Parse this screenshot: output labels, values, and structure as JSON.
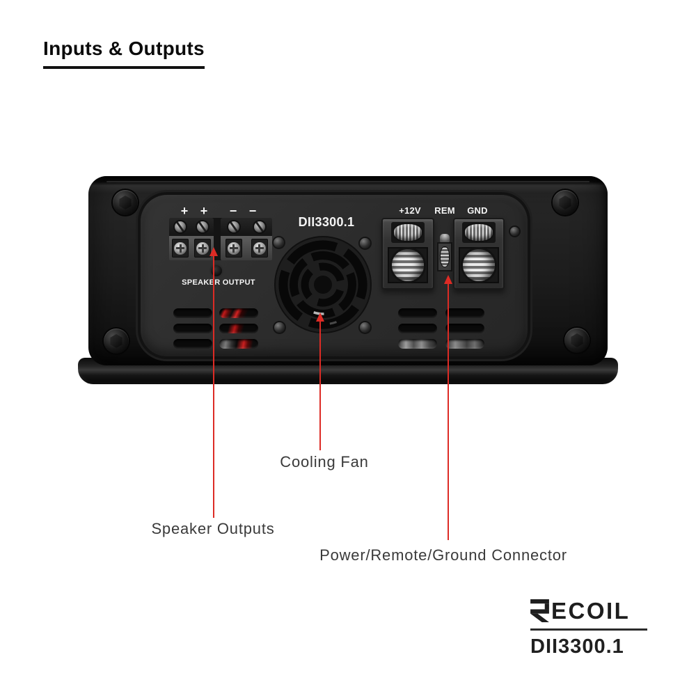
{
  "title": "Inputs & Outputs",
  "amplifier": {
    "model_label": "DII3300.1",
    "speaker_signs": [
      "+",
      "+",
      "−",
      "−"
    ],
    "speaker_output_label": "SPEAKER OUTPUT",
    "power_terminal_labels": [
      "+12V",
      "REM",
      "GND"
    ]
  },
  "callouts": {
    "cooling_fan": "Cooling Fan",
    "speaker_outputs": "Speaker Outputs",
    "power_connector": "Power/Remote/Ground Connector"
  },
  "brand": {
    "name": "RECOIL",
    "wordmark_tail": "ECOIL",
    "model": "DII3300.1"
  },
  "colors": {
    "callout_line_red": "#dd2b25",
    "callout_text": "#3a3a3a",
    "panel_text": "#f4f4f4",
    "background": "#ffffff"
  }
}
